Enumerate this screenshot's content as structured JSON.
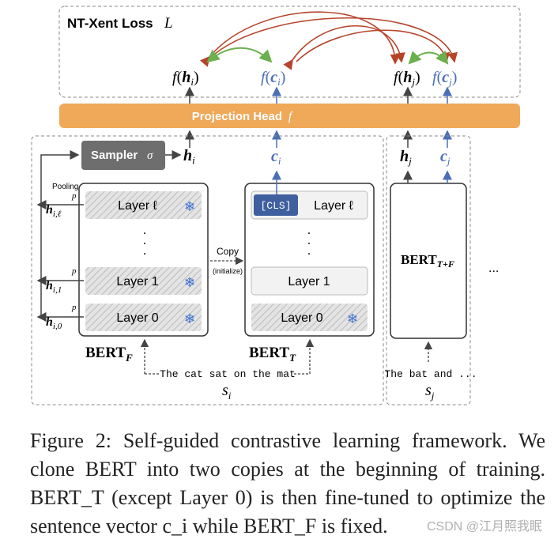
{
  "loss": {
    "title": "NT-Xent Loss",
    "symbol": "L",
    "outputs": {
      "fh_i": "f(h_i)",
      "fc_i": "f(c_i)",
      "fh_j": "f(h_j)",
      "fc_j": "f(c_j)"
    }
  },
  "projection_head": {
    "label": "Projection Head",
    "symbol": "f"
  },
  "sampler": {
    "label": "Sampler",
    "symbol": "σ"
  },
  "bert_f": {
    "name": "BERT",
    "sub": "F",
    "layers": [
      "Layer ℓ",
      "Layer 1",
      "Layer 0"
    ],
    "pooling": "Pooling",
    "pool_symbol": "p",
    "hidden": [
      "h_{i,ℓ}",
      "h_{i,1}",
      "h_{i,0}"
    ]
  },
  "bert_t": {
    "name": "BERT",
    "sub": "T",
    "cls": "[CLS]",
    "layers": [
      "Layer ℓ",
      "Layer 1",
      "Layer 0"
    ]
  },
  "bert_tf": {
    "name": "BERT",
    "sub": "T+F"
  },
  "copy": {
    "label": "Copy",
    "sublabel": "(initialize)"
  },
  "vectors": {
    "h_i": "h_i",
    "c_i": "c_i",
    "h_j": "h_j",
    "c_j": "c_j"
  },
  "sentences": {
    "s_i_text": "The cat sat on the mat",
    "s_i": "s_i",
    "s_j_text": "The bat and ...",
    "s_j": "s_j"
  },
  "ellipsis": "...",
  "colors": {
    "accent_orange": "#f0a859",
    "sampler_gray": "#6e6e6e",
    "blue": "#4a6fb5",
    "green": "#6ab04c",
    "red_arrow": "#b5442a",
    "snowflake": "#3b6fd1"
  },
  "caption": "Figure 2: Self-guided contrastive learning framework. We clone BERT into two copies at the beginning of training. BERT_T (except Layer 0) is then fine-tuned to optimize the sentence vector c_i while BERT_F is fixed.",
  "watermark": "CSDN @江月照我眠"
}
